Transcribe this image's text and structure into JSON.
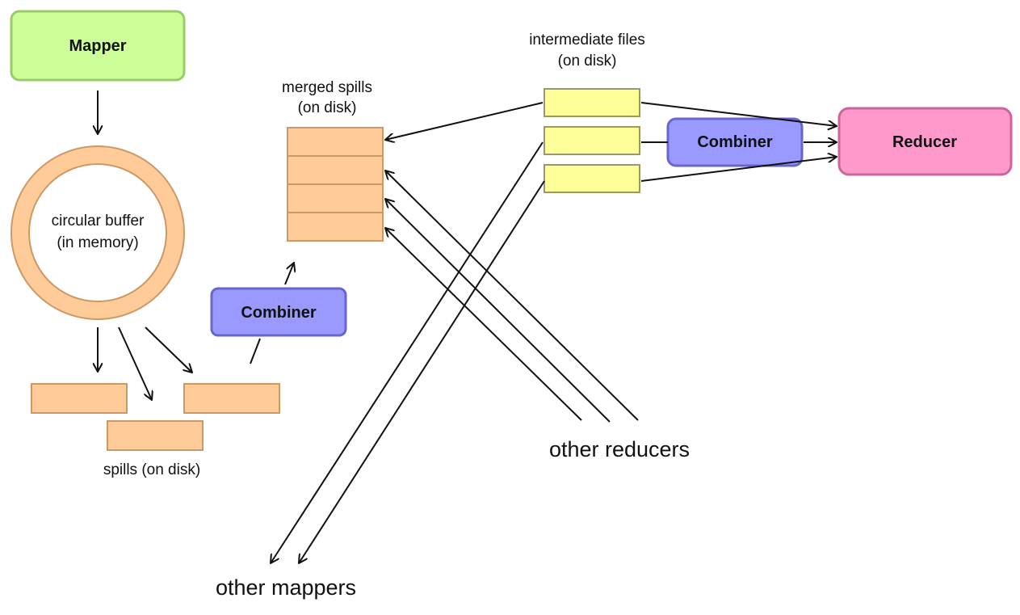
{
  "nodes": {
    "mapper": "Mapper",
    "combiner_left": "Combiner",
    "combiner_right": "Combiner",
    "reducer": "Reducer"
  },
  "labels": {
    "circular_buffer_line1": "circular buffer",
    "circular_buffer_line2": "(in memory)",
    "spills": "spills (on disk)",
    "merged_spills_line1": "merged spills",
    "merged_spills_line2": "(on disk)",
    "intermediate_files_line1": "intermediate files",
    "intermediate_files_line2": "(on disk)",
    "other_reducers": "other reducers",
    "other_mappers": "other mappers"
  },
  "colors": {
    "mapper_fill": "#ccff99",
    "mapper_stroke": "#99cc66",
    "combiner_fill": "#9999ff",
    "combiner_stroke": "#6666cc",
    "reducer_fill": "#ff99cc",
    "reducer_stroke": "#cc6699",
    "buffer_fill": "#ffcc99",
    "buffer_stroke": "#cc9966",
    "intermediate_fill": "#ffff99",
    "intermediate_stroke": "#999966"
  }
}
